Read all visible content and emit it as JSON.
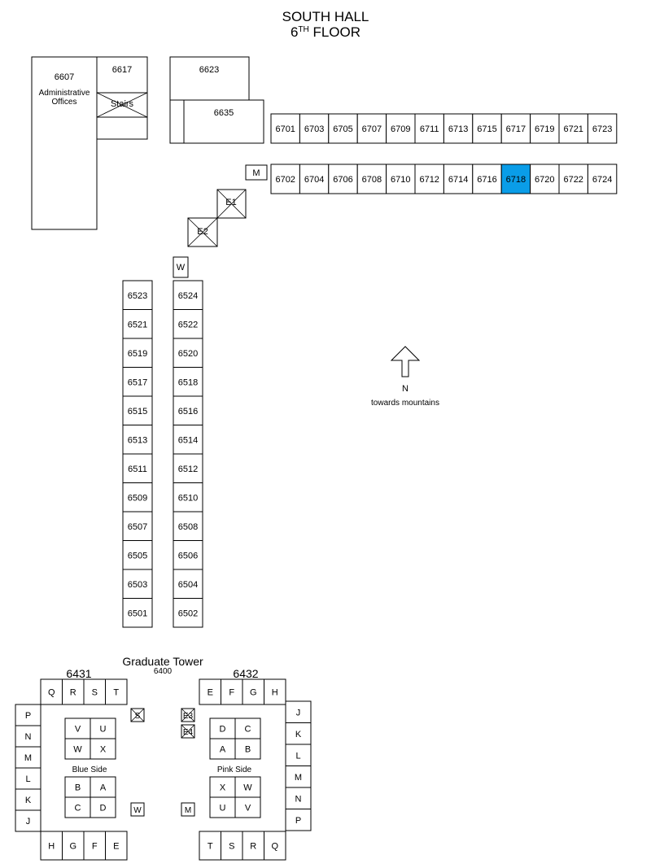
{
  "title": {
    "line1": "SOUTH HALL",
    "line2_prefix": "6",
    "line2_sup": "TH",
    "line2_suffix": " FLOOR"
  },
  "highlight_color": "#0a9de8",
  "rooms": {
    "admin_number": "6607",
    "admin_label1": "Administrative",
    "admin_label2": "Offices",
    "r6617": "6617",
    "stairs": "Stairs",
    "r6623": "6623",
    "r6635": "6635",
    "north_row": [
      "6701",
      "6703",
      "6705",
      "6707",
      "6709",
      "6711",
      "6713",
      "6715",
      "6717",
      "6719",
      "6721",
      "6723"
    ],
    "south_row": [
      "6702",
      "6704",
      "6706",
      "6708",
      "6710",
      "6712",
      "6714",
      "6716",
      "6718",
      "6720",
      "6722",
      "6724"
    ],
    "highlighted": "6718",
    "m": "M",
    "e1": "E1",
    "e2": "E2",
    "w": "W",
    "col_left": [
      "6523",
      "6521",
      "6519",
      "6517",
      "6515",
      "6513",
      "6511",
      "6509",
      "6507",
      "6505",
      "6503",
      "6501"
    ],
    "col_right": [
      "6524",
      "6522",
      "6520",
      "6518",
      "6516",
      "6514",
      "6512",
      "6510",
      "6508",
      "6506",
      "6504",
      "6502"
    ]
  },
  "compass": {
    "letter": "N",
    "note": "towards mountains"
  },
  "graduate_tower": {
    "title": "Graduate Tower",
    "number": "6400",
    "left": {
      "number": "6431",
      "top": [
        "Q",
        "R",
        "S",
        "T"
      ],
      "side": [
        "P",
        "N",
        "M",
        "L",
        "K",
        "J"
      ],
      "bottom": [
        "H",
        "G",
        "F",
        "E"
      ],
      "grid_top": [
        "V",
        "U",
        "W",
        "X"
      ],
      "side_label": "Blue Side",
      "grid_bottom": [
        "B",
        "A",
        "C",
        "D"
      ],
      "s": "S",
      "w": "W"
    },
    "right": {
      "number": "6432",
      "top": [
        "E",
        "F",
        "G",
        "H"
      ],
      "side": [
        "J",
        "K",
        "L",
        "M",
        "N",
        "P"
      ],
      "bottom": [
        "T",
        "S",
        "R",
        "Q"
      ],
      "grid_top": [
        "D",
        "C",
        "A",
        "B"
      ],
      "side_label": "Pink Side",
      "grid_bottom": [
        "X",
        "W",
        "U",
        "V"
      ],
      "e3": "E3",
      "e4": "E4",
      "m": "M"
    }
  }
}
